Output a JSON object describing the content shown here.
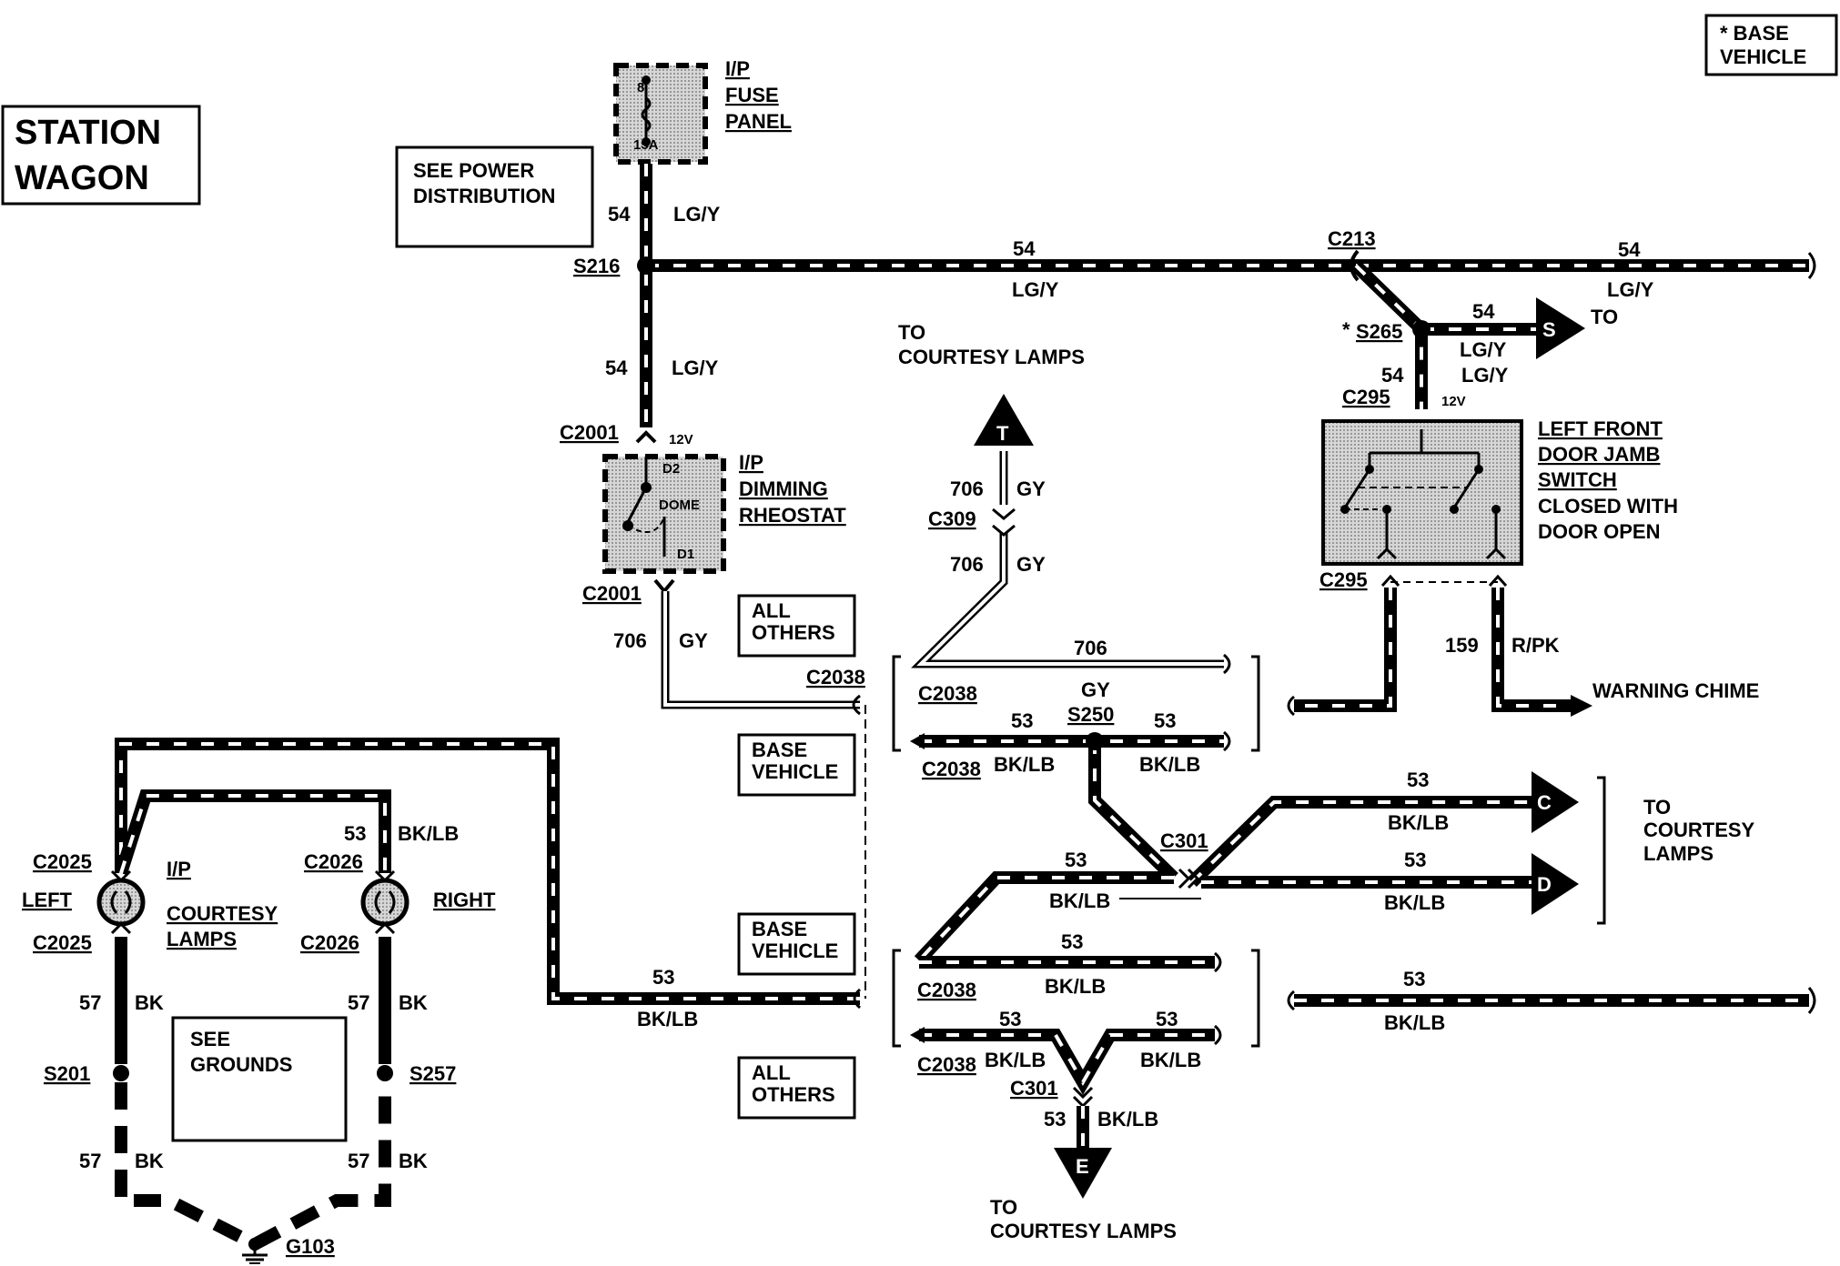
{
  "boxes": {
    "station_wagon": [
      "STATION",
      "WAGON"
    ],
    "base_vehicle_note": [
      "* BASE",
      "VEHICLE"
    ],
    "see_power": [
      "SEE POWER",
      "DISTRIBUTION"
    ],
    "see_grounds": [
      "SEE",
      "GROUNDS"
    ],
    "all_others": [
      "ALL",
      "OTHERS"
    ],
    "base_vehicle": [
      "BASE",
      "VEHICLE"
    ]
  },
  "components": {
    "fuse_panel": {
      "lines": [
        "I/P",
        "FUSE",
        "PANEL"
      ],
      "fuse_num": "8",
      "fuse_rating": "15A"
    },
    "rheostat": {
      "lines": [
        "I/P",
        "DIMMING",
        "RHEOSTAT"
      ],
      "d2": "D2",
      "dome": "DOME",
      "d1": "D1",
      "voltage": "12V"
    },
    "door_switch": {
      "lines": [
        "LEFT FRONT",
        "DOOR JAMB",
        "SWITCH"
      ],
      "note": [
        "CLOSED WITH",
        "DOOR OPEN"
      ],
      "voltage": "12V"
    },
    "courtesy_lamps": {
      "lines": [
        "I/P",
        "COURTESY",
        "LAMPS"
      ],
      "left": "LEFT",
      "right": "RIGHT"
    }
  },
  "splices": {
    "s216": "S216",
    "s265": "S265",
    "s250": "S250",
    "s201": "S201",
    "s257": "S257",
    "g103": "G103",
    "asterisk": "*"
  },
  "connectors": {
    "c213": "C213",
    "c295": "C295",
    "c2001": "C2001",
    "c309": "C309",
    "c2038": "C2038",
    "c301": "C301",
    "c2025": "C2025",
    "c2026": "C2026"
  },
  "wires": {
    "n54": "54",
    "lgy": "LG/Y",
    "n706": "706",
    "gy": "GY",
    "n53": "53",
    "bklb": "BK/LB",
    "n57": "57",
    "bk": "BK",
    "n159": "159",
    "rpk": "R/PK"
  },
  "arrows": {
    "s": "S",
    "t": "T",
    "c": "C",
    "d": "D",
    "e": "E"
  },
  "destinations": {
    "to": "TO",
    "to_courtesy_top": [
      "TO",
      "COURTESY LAMPS"
    ],
    "to_courtesy_right": [
      "TO",
      "COURTESY",
      "LAMPS"
    ],
    "to_courtesy_bottom": [
      "TO",
      "COURTESY LAMPS"
    ],
    "warning_chime": "WARNING CHIME"
  }
}
